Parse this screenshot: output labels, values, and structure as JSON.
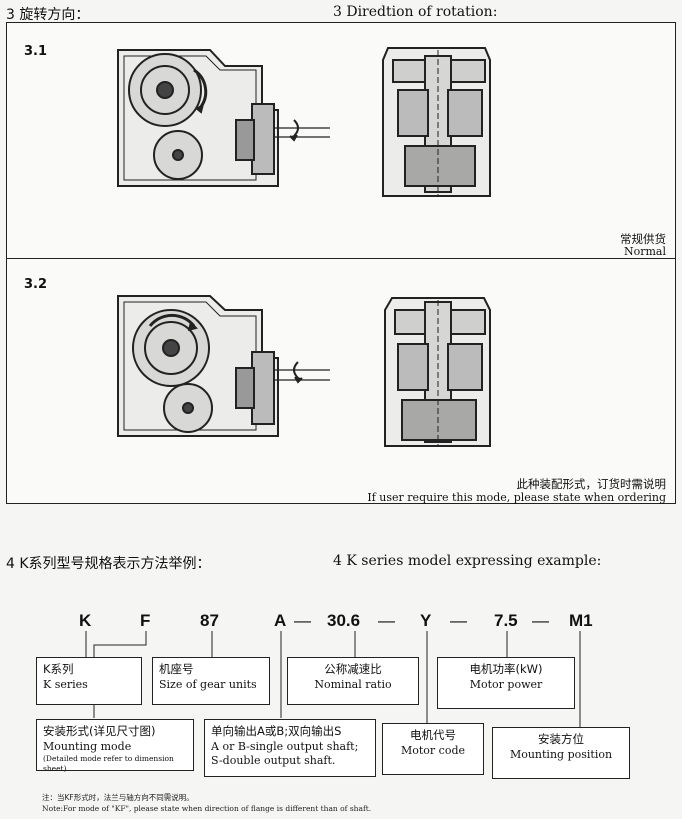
{
  "header": {
    "cn": "3 旋转方向：",
    "en": "3 Diredtion of rotation:"
  },
  "sections": [
    {
      "label": "3.1",
      "note_cn": "常规供货",
      "note_en": "Normal"
    },
    {
      "label": "3.2",
      "note_cn": "此种装配形式，订货时需说明",
      "note_en": "If user require this mode, please state when ordering"
    }
  ],
  "example": {
    "title_cn": "4 K系列型号规格表示方法举例：",
    "title_en": "4 K series model expressing example:",
    "codes": [
      "K",
      "F",
      "87",
      "A",
      "30.6",
      "Y",
      "7.5",
      "M1"
    ],
    "dash": "—",
    "labels": {
      "k_series": {
        "cn": "K系列",
        "en": "K series"
      },
      "mounting_mode": {
        "cn": "安装形式(详见尺寸图)",
        "en": "Mounting mode",
        "small": "(Detailed mode refer to dimension sheet)"
      },
      "gear_unit_size": {
        "cn": "机座号",
        "en": "Size of gear units"
      },
      "output_shaft": {
        "cn": "单向输出A或B;双向输出S",
        "en1": "A or B-single output shaft;",
        "en2": "S-double output shaft."
      },
      "nominal_ratio": {
        "cn": "公称减速比",
        "en": "Nominal ratio"
      },
      "motor_code": {
        "cn": "电机代号",
        "en": "Motor code"
      },
      "motor_power": {
        "cn": "电机功率(kW)",
        "en": "Motor power"
      },
      "mounting_position": {
        "cn": "安装方位",
        "en": "Mounting position"
      }
    },
    "footnote_cn": "注：当KF形式时，法兰与轴方向不同需说明。",
    "footnote_en": "Note:For mode of \"KF\", please state when direction of flange is different than of shaft."
  },
  "colors": {
    "line": "#222222",
    "paper": "#f5f5f3",
    "shade": "#888888"
  }
}
